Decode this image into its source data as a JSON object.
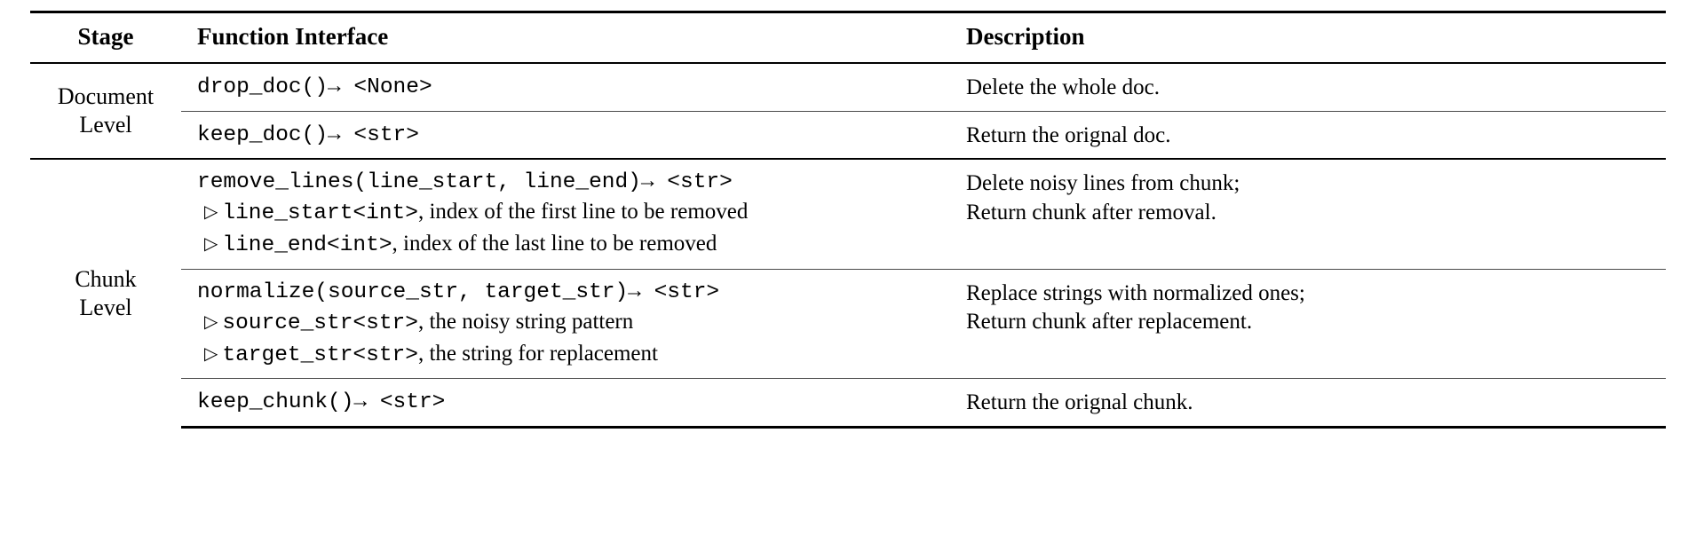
{
  "table": {
    "columns": [
      "Stage",
      "Function Interface",
      "Description"
    ],
    "groups": [
      {
        "stage": "Document\nLevel",
        "stage_lines": [
          "Document",
          "Level"
        ],
        "rows": [
          {
            "signature": {
              "name": "drop_doc",
              "args": "()",
              "arrow": "→",
              "returns": "<None>",
              "text": "drop_doc()→ <None>"
            },
            "params": [],
            "description_lines": [
              "Delete the whole doc."
            ]
          },
          {
            "signature": {
              "name": "keep_doc",
              "args": "()",
              "arrow": "→",
              "returns": "<str>",
              "text": "keep_doc()→ <str>"
            },
            "params": [],
            "description_lines": [
              "Return the orignal doc."
            ]
          }
        ]
      },
      {
        "stage": "Chunk\nLevel",
        "stage_lines": [
          "Chunk",
          "Level"
        ],
        "rows": [
          {
            "signature": {
              "name": "remove_lines",
              "args": "(line_start, line_end)",
              "arrow": "→",
              "returns": "<str>",
              "text": "remove_lines(line_start, line_end)→ <str>"
            },
            "params": [
              {
                "bullet": "▷",
                "code": "line_start<int>",
                "text": ", index of the first line to be removed"
              },
              {
                "bullet": "▷",
                "code": "line_end<int>",
                "text": ", index of the last line to be removed"
              }
            ],
            "description_lines": [
              "Delete noisy lines from chunk;",
              "Return chunk after removal."
            ]
          },
          {
            "signature": {
              "name": "normalize",
              "args": "(source_str, target_str)",
              "arrow": "→",
              "returns": "<str>",
              "text": "normalize(source_str, target_str)→ <str>"
            },
            "params": [
              {
                "bullet": "▷",
                "code": "source_str<str>",
                "text": ", the noisy string pattern"
              },
              {
                "bullet": "▷",
                "code": "target_str<str>",
                "text": ", the string for replacement"
              }
            ],
            "description_lines": [
              "Replace strings with normalized ones;",
              "Return chunk after replacement."
            ]
          },
          {
            "signature": {
              "name": "keep_chunk",
              "args": "()",
              "arrow": "→",
              "returns": "<str>",
              "text": "keep_chunk()→ <str>"
            },
            "params": [],
            "description_lines": [
              "Return the orignal chunk."
            ]
          }
        ]
      }
    ]
  },
  "style": {
    "rule_color": "#000000",
    "thin_rule_color": "#4a4a4a",
    "text_color": "#000000",
    "background": "#ffffff"
  }
}
